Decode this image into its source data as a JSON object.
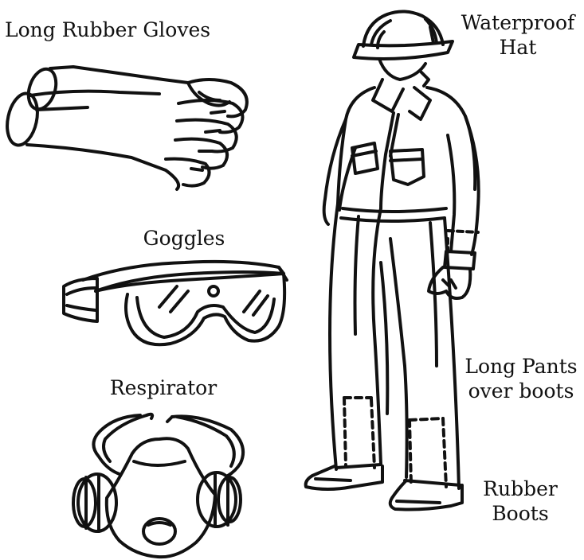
{
  "labels": {
    "gloves": "Long Rubber Gloves",
    "hat_line1": "Waterproof",
    "hat_line2": "Hat",
    "goggles": "Goggles",
    "respirator": "Respirator",
    "pants_line1": "Long Pants",
    "pants_line2": "over boots",
    "boots_line1": "Rubber",
    "boots_line2": "Boots"
  },
  "colors": {
    "ink": "#111111",
    "background": "#ffffff"
  }
}
